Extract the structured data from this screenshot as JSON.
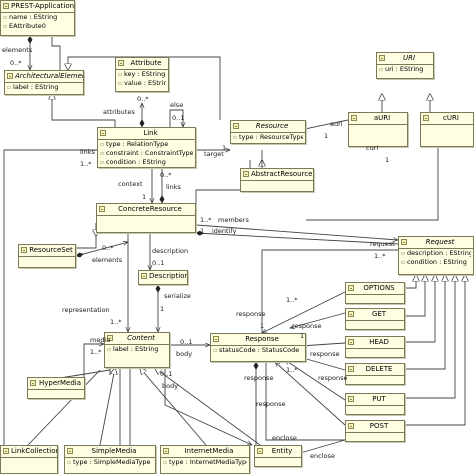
{
  "classes": {
    "prest_application": {
      "name": "PREST-Application",
      "abstract": false,
      "attrs": [
        "name : EString",
        "EAttribute0"
      ]
    },
    "architectural_elements": {
      "name": "ArchitecturalElements",
      "abstract": true,
      "attrs": [
        "label : EString"
      ]
    },
    "attribute": {
      "name": "Attribute",
      "abstract": false,
      "attrs": [
        "key : EString",
        "value : EString"
      ]
    },
    "link": {
      "name": "Link",
      "abstract": false,
      "attrs": [
        "type : RelationType",
        "constraint : ConstraintType",
        "condition : EString"
      ]
    },
    "resource": {
      "name": "Resource",
      "abstract": true,
      "attrs": [
        "type : ResourceType"
      ]
    },
    "uri": {
      "name": "URI",
      "abstract": true,
      "attrs": [
        "uri : EString"
      ]
    },
    "auri": {
      "name": "aURI",
      "abstract": false,
      "attrs": []
    },
    "curi": {
      "name": "cURI",
      "abstract": false,
      "attrs": []
    },
    "abstract_resource": {
      "name": "AbstractResource",
      "abstract": false,
      "attrs": []
    },
    "concrete_resource": {
      "name": "ConcreteResource",
      "abstract": false,
      "attrs": []
    },
    "resource_set": {
      "name": "ResourceSet",
      "abstract": false,
      "attrs": []
    },
    "description": {
      "name": "Description",
      "abstract": false,
      "attrs": []
    },
    "request": {
      "name": "Request",
      "abstract": true,
      "attrs": [
        "description : EString",
        "condition : EString"
      ]
    },
    "options": {
      "name": "OPTIONS",
      "abstract": false,
      "attrs": []
    },
    "get": {
      "name": "GET",
      "abstract": false,
      "attrs": []
    },
    "head": {
      "name": "HEAD",
      "abstract": false,
      "attrs": []
    },
    "delete": {
      "name": "DELETE",
      "abstract": false,
      "attrs": []
    },
    "put": {
      "name": "PUT",
      "abstract": false,
      "attrs": []
    },
    "post": {
      "name": "POST",
      "abstract": false,
      "attrs": []
    },
    "response": {
      "name": "Response",
      "abstract": false,
      "attrs": [
        "statusCode : StatusCode"
      ]
    },
    "content": {
      "name": "Content",
      "abstract": true,
      "attrs": [
        "label : EString"
      ]
    },
    "hypermedia": {
      "name": "HyperMedia",
      "abstract": false,
      "attrs": []
    },
    "link_collection": {
      "name": "LinkCollection",
      "abstract": false,
      "attrs": []
    },
    "simple_media": {
      "name": "SimpleMedia",
      "abstract": false,
      "attrs": [
        "type : SimpleMediaType"
      ]
    },
    "internet_media": {
      "name": "InternetMedia",
      "abstract": false,
      "attrs": [
        "type : InternetMediaType"
      ]
    },
    "entity": {
      "name": "Entity",
      "abstract": false,
      "attrs": []
    }
  },
  "labels": {
    "elements": "elements",
    "elements_mult": "0..*",
    "attributes": "attributes",
    "attributes_mult": "0..*",
    "else": "else",
    "else_mult": "0..1",
    "links_left": "links",
    "links_left_mult": "1..*",
    "target": "target",
    "target_mult": "1",
    "auri": "auri",
    "auri_mult": "1",
    "curi": "curi",
    "curi_mult": "1",
    "context": "context",
    "context_mult": "1",
    "links_right": "links",
    "links_right_mult": "0..*",
    "members": "members",
    "members_mult": "1..*",
    "identify": "identify",
    "identify_mult": "1",
    "request": "request",
    "request_mult": "1..*",
    "set_elements": "elements",
    "set_elements_mult": "0..*",
    "description": "description",
    "description_mult": "0..1",
    "serialize": "serialize",
    "serialize_mult": "1",
    "representation": "representation",
    "representation_mult": "1..*",
    "media": "media",
    "media_mult": "1..*",
    "body_right": "body",
    "body_right_mult": "0..1",
    "body_down": "body",
    "body_down_mult": "0..1",
    "response_top": "response",
    "response_top_mult": "1",
    "response_mid": "response",
    "response_mid_mult": "1",
    "response_left1": "response",
    "response_left2": "response",
    "response_right1": "response",
    "response_right2": "response",
    "response_mult_a": "1..*",
    "response_mult_b": "1..*",
    "enclose": "enclose",
    "enclose2": "enclose"
  }
}
